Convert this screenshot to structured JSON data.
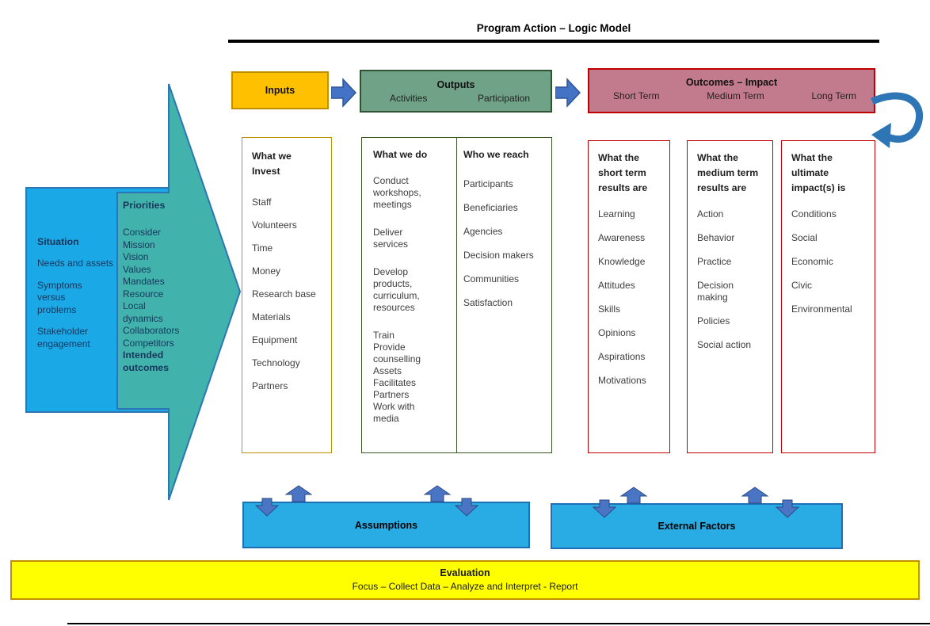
{
  "title": "Program Action – Logic Model",
  "flow": {
    "inputs": {
      "label": "Inputs"
    },
    "outputs": {
      "label": "Outputs",
      "columns": [
        "Activities",
        "Participation"
      ]
    },
    "outcomes": {
      "label": "Outcomes – Impact",
      "columns": [
        "Short Term",
        "Medium Term",
        "Long Term"
      ]
    }
  },
  "situation": {
    "heading": "Situation",
    "items": [
      "Needs and assets",
      "Symptoms\nversus\nproblems",
      "Stakeholder\nengagement"
    ]
  },
  "priorities": {
    "heading": "Priorities",
    "items": [
      "Consider",
      "Mission",
      "Vision",
      "Values",
      "Mandates",
      "Resource",
      "Local\ndynamics",
      "Collaborators",
      "Competitors"
    ],
    "footer": "Intended\noutcomes"
  },
  "columns": {
    "invest": {
      "heading": "What we\nInvest",
      "items": [
        "Staff",
        "Volunteers",
        "Time",
        "Money",
        "Research base",
        "Materials",
        "Equipment",
        "Technology",
        "Partners"
      ]
    },
    "activities": {
      "heading": "What we do",
      "items": [
        "Conduct\nworkshops,\nmeetings",
        "Deliver\nservices",
        "Develop\nproducts,\ncurriculum,\nresources",
        "Train\nProvide\ncounselling\nAssets\nFacilitates\nPartners\nWork with\nmedia"
      ]
    },
    "participation": {
      "heading": "Who we reach",
      "items": [
        "Participants",
        "Beneficiaries",
        "Agencies",
        "Decision makers",
        "Communities",
        "Satisfaction"
      ]
    },
    "short_term": {
      "heading": "What the\nshort term\nresults are",
      "items": [
        "Learning",
        "Awareness",
        "Knowledge",
        "Attitudes",
        "Skills",
        "Opinions",
        "Aspirations",
        "Motivations"
      ]
    },
    "medium_term": {
      "heading": "What the\nmedium term\nresults are",
      "items": [
        "Action",
        "Behavior",
        "Practice",
        "Decision\nmaking",
        "Policies",
        "Social action"
      ]
    },
    "long_term": {
      "heading": "What the\nultimate\nimpact(s) is",
      "items": [
        "Conditions",
        "Social",
        "Economic",
        "Civic",
        "Environmental"
      ]
    }
  },
  "footer": {
    "assumptions": "Assumptions",
    "external_factors": "External Factors",
    "evaluation": {
      "heading": "Evaluation",
      "subheading": "Focus – Collect Data – Analyze and Interpret - Report"
    }
  },
  "colors": {
    "inputs_fill": "#FFC000",
    "inputs_border": "#BF8F00",
    "outputs_fill": "#6FA287",
    "outputs_border": "#2F5233",
    "outcomes_fill": "#C17B8D",
    "outcomes_border": "#C00000",
    "flow_arrow": "#4472C4",
    "flow_arrow_border": "#2F5597",
    "situation_fill": "#1BA8E6",
    "teal_arrow_fill": "#41B3AC",
    "shape_border": "#2E75B6",
    "cyan_bar_fill": "#29ABE3",
    "evaluation_fill": "#FFFF00",
    "evaluation_border": "#BF9000",
    "title_rule": "#000000"
  }
}
